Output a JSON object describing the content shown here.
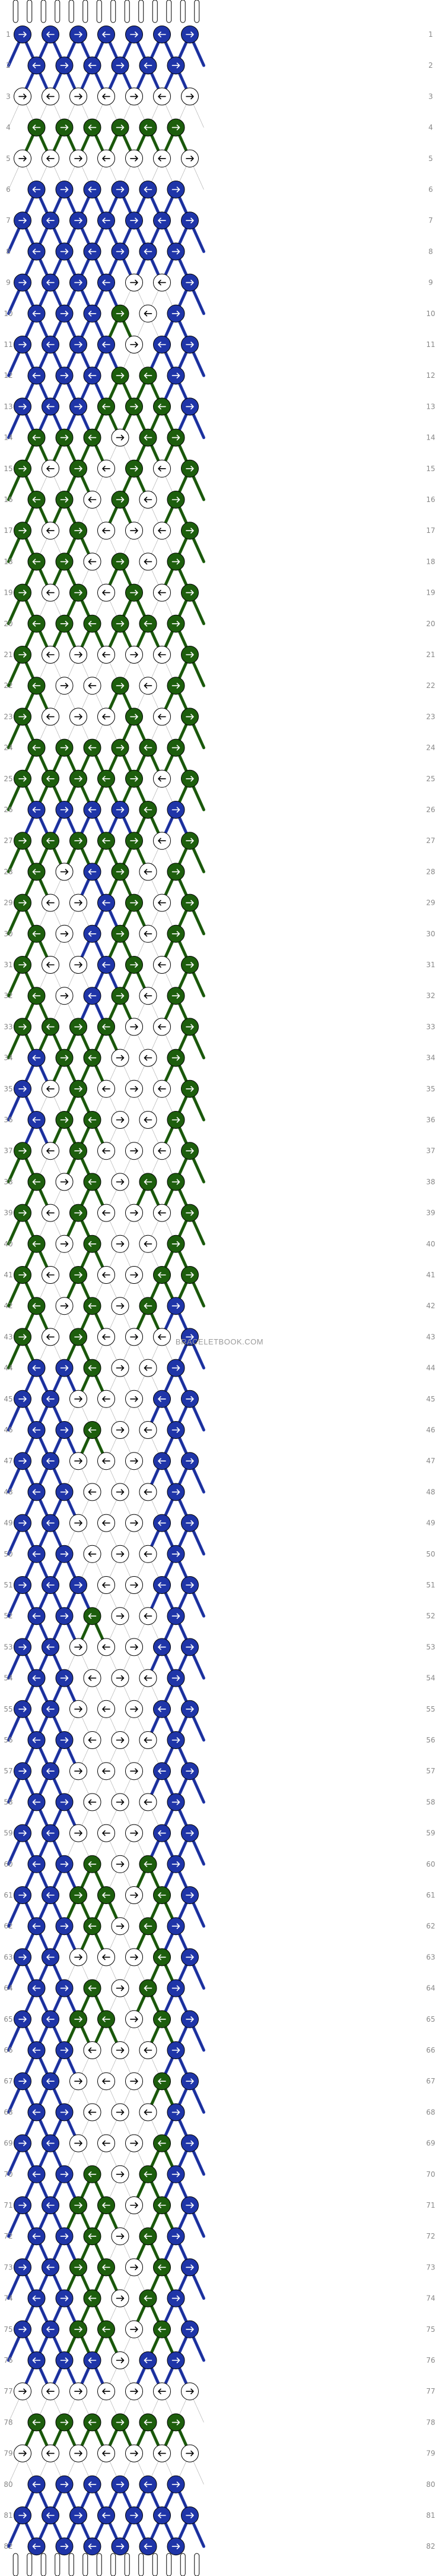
{
  "watermark": "BRACELETBOOK.COM",
  "colors": {
    "A": "#1f35a8",
    "B": "#1d5e0d",
    "C": "#ffffff",
    "knot_outline": "#000000",
    "arrow_on_dark": "#ffffff",
    "arrow_on_light": "#000000"
  },
  "legend": {
    "A": "blue",
    "B": "green",
    "C": "white"
  },
  "strings_count": 14,
  "row_numbers": [
    "1",
    "2",
    "3",
    "4",
    "5",
    "6",
    "7",
    "8",
    "9",
    "10",
    "11",
    "12",
    "13",
    "14",
    "15",
    "16",
    "17",
    "18",
    "19",
    "20",
    "21",
    "22",
    "23",
    "24",
    "25",
    "26",
    "27",
    "28",
    "29",
    "30",
    "31",
    "32",
    "33",
    "34",
    "35",
    "36",
    "37",
    "38",
    "39",
    "40",
    "41",
    "42",
    "43",
    "44",
    "45",
    "46",
    "47",
    "48",
    "49",
    "50",
    "51",
    "52",
    "53",
    "54",
    "55",
    "56",
    "57",
    "58",
    "59",
    "60",
    "61",
    "62",
    "63",
    "64",
    "65",
    "66",
    "67",
    "68",
    "69",
    "70",
    "71",
    "72",
    "73",
    "74",
    "75",
    "76",
    "77",
    "78",
    "79",
    "80",
    "81",
    "82"
  ],
  "rows": [
    "AAAAAAA",
    "AAAAAA",
    "CCCCCCC",
    "BBBBBB",
    "CCCCCCC",
    "AAAAAA",
    "AAAAAAA",
    "AAAAAA",
    "AAAACCA",
    "AAABCA",
    "AAAACAA",
    "AAABBA",
    "AAABBBA",
    "BBBCBB",
    "BCBCBCB",
    "BBCBCB",
    "BCBCCCB",
    "BBCBCB",
    "BCBCBCB",
    "BBBBBB",
    "BCCCCCB",
    "BCCBCB",
    "BCCCBCB",
    "BBBBBB",
    "BBBBBCB",
    "AAAABA",
    "BBBBBCB",
    "BCABCB",
    "BCCABCB",
    "BCABCB",
    "BCCABCB",
    "BCABCB",
    "BBBBCCB",
    "ABBCCB",
    "ACBCCCB",
    "ABBCCB",
    "BCBCCCB",
    "BCBCBB",
    "BCBCCCB",
    "BCBCCB",
    "BCBCCBB",
    "BCBCBA",
    "BCBCCCA",
    "AABCCA",
    "AACCCAA",
    "AABCCA",
    "AACCCAA",
    "AACCCA",
    "AACCCAA",
    "AACCCA",
    "AAACCAA",
    "AABCCA",
    "AACCCAA",
    "AACCCA",
    "AACCCAA",
    "AACCCA",
    "AACCCAA",
    "AACCCA",
    "AACCCAA",
    "AABCBA",
    "AABBCBA",
    "AABCBA",
    "AACCCBA",
    "AABCBA",
    "AABBCBA",
    "AACCCA",
    "AACCCBA",
    "AACCCA",
    "AACCCBA",
    "AABCBA",
    "AABBCBA",
    "AABCBA",
    "AABBCBA",
    "AABCBA",
    "AABBCBA",
    "AAACAA",
    "CCCCCCC",
    "BBBBBB",
    "CCCCCCC",
    "AAAAAA",
    "AAAAAAA",
    "AAAAAA"
  ]
}
